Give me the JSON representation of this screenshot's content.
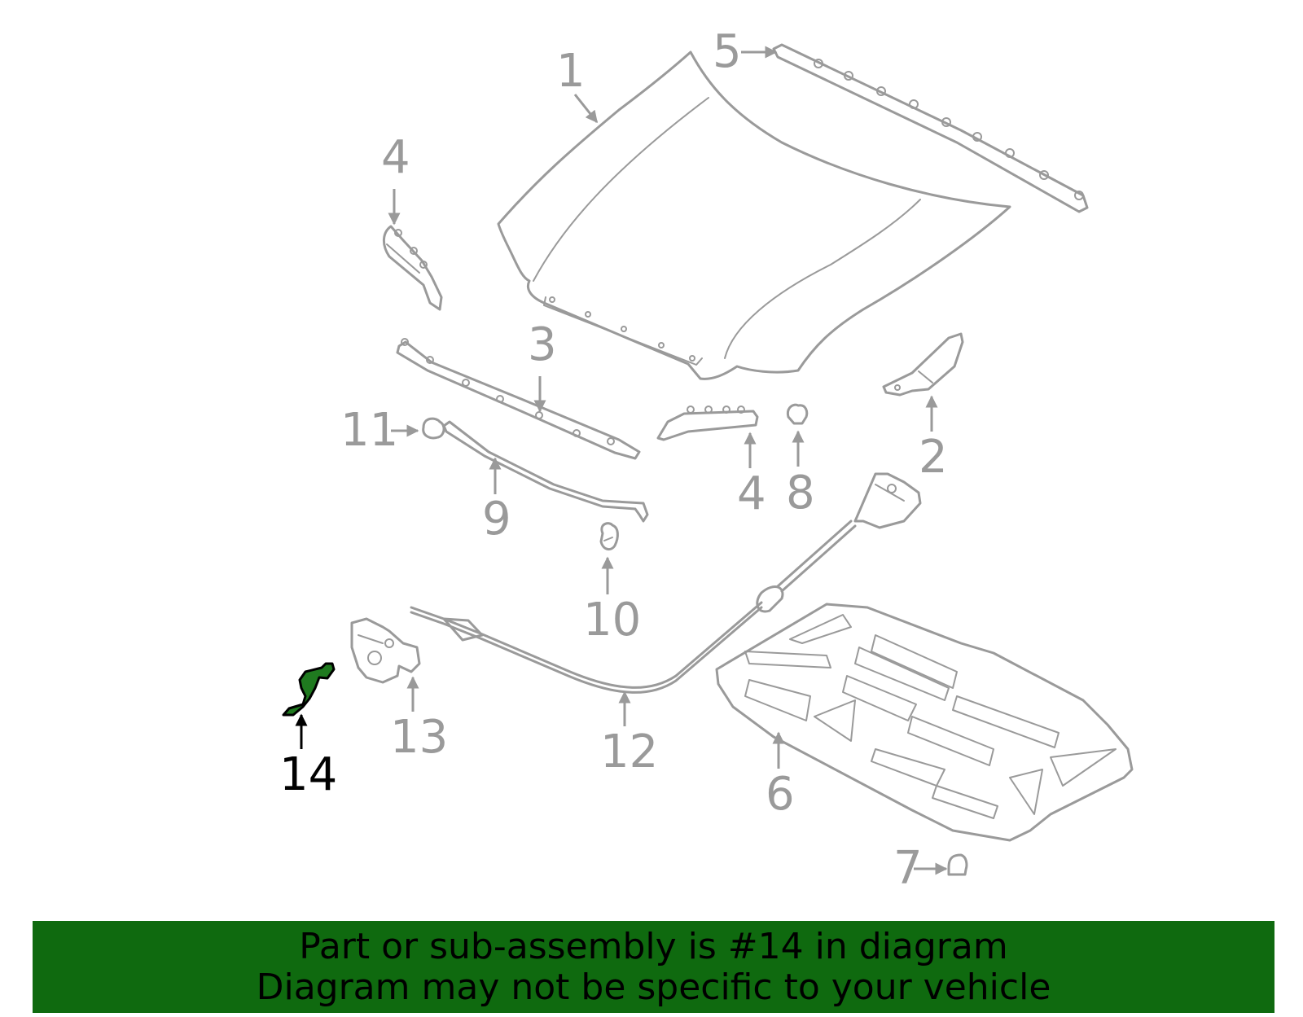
{
  "callouts": {
    "c1": "1",
    "c2": "2",
    "c3": "3",
    "c4a": "4",
    "c4b": "4",
    "c5": "5",
    "c6": "6",
    "c7": "7",
    "c8": "8",
    "c9": "9",
    "c10": "10",
    "c11": "11",
    "c12": "12",
    "c13": "13",
    "c14": "14"
  },
  "highlighted_part": "14",
  "colors": {
    "part_stroke": "#9a9a9a",
    "highlight_fill": "#1f7a1f",
    "highlight_stroke": "#000000",
    "banner_bg": "#0f6a0f",
    "banner_text": "#000000"
  },
  "banner": {
    "line1": "Part or sub-assembly is #14 in diagram",
    "line2": "Diagram may not be specific to your vehicle"
  }
}
